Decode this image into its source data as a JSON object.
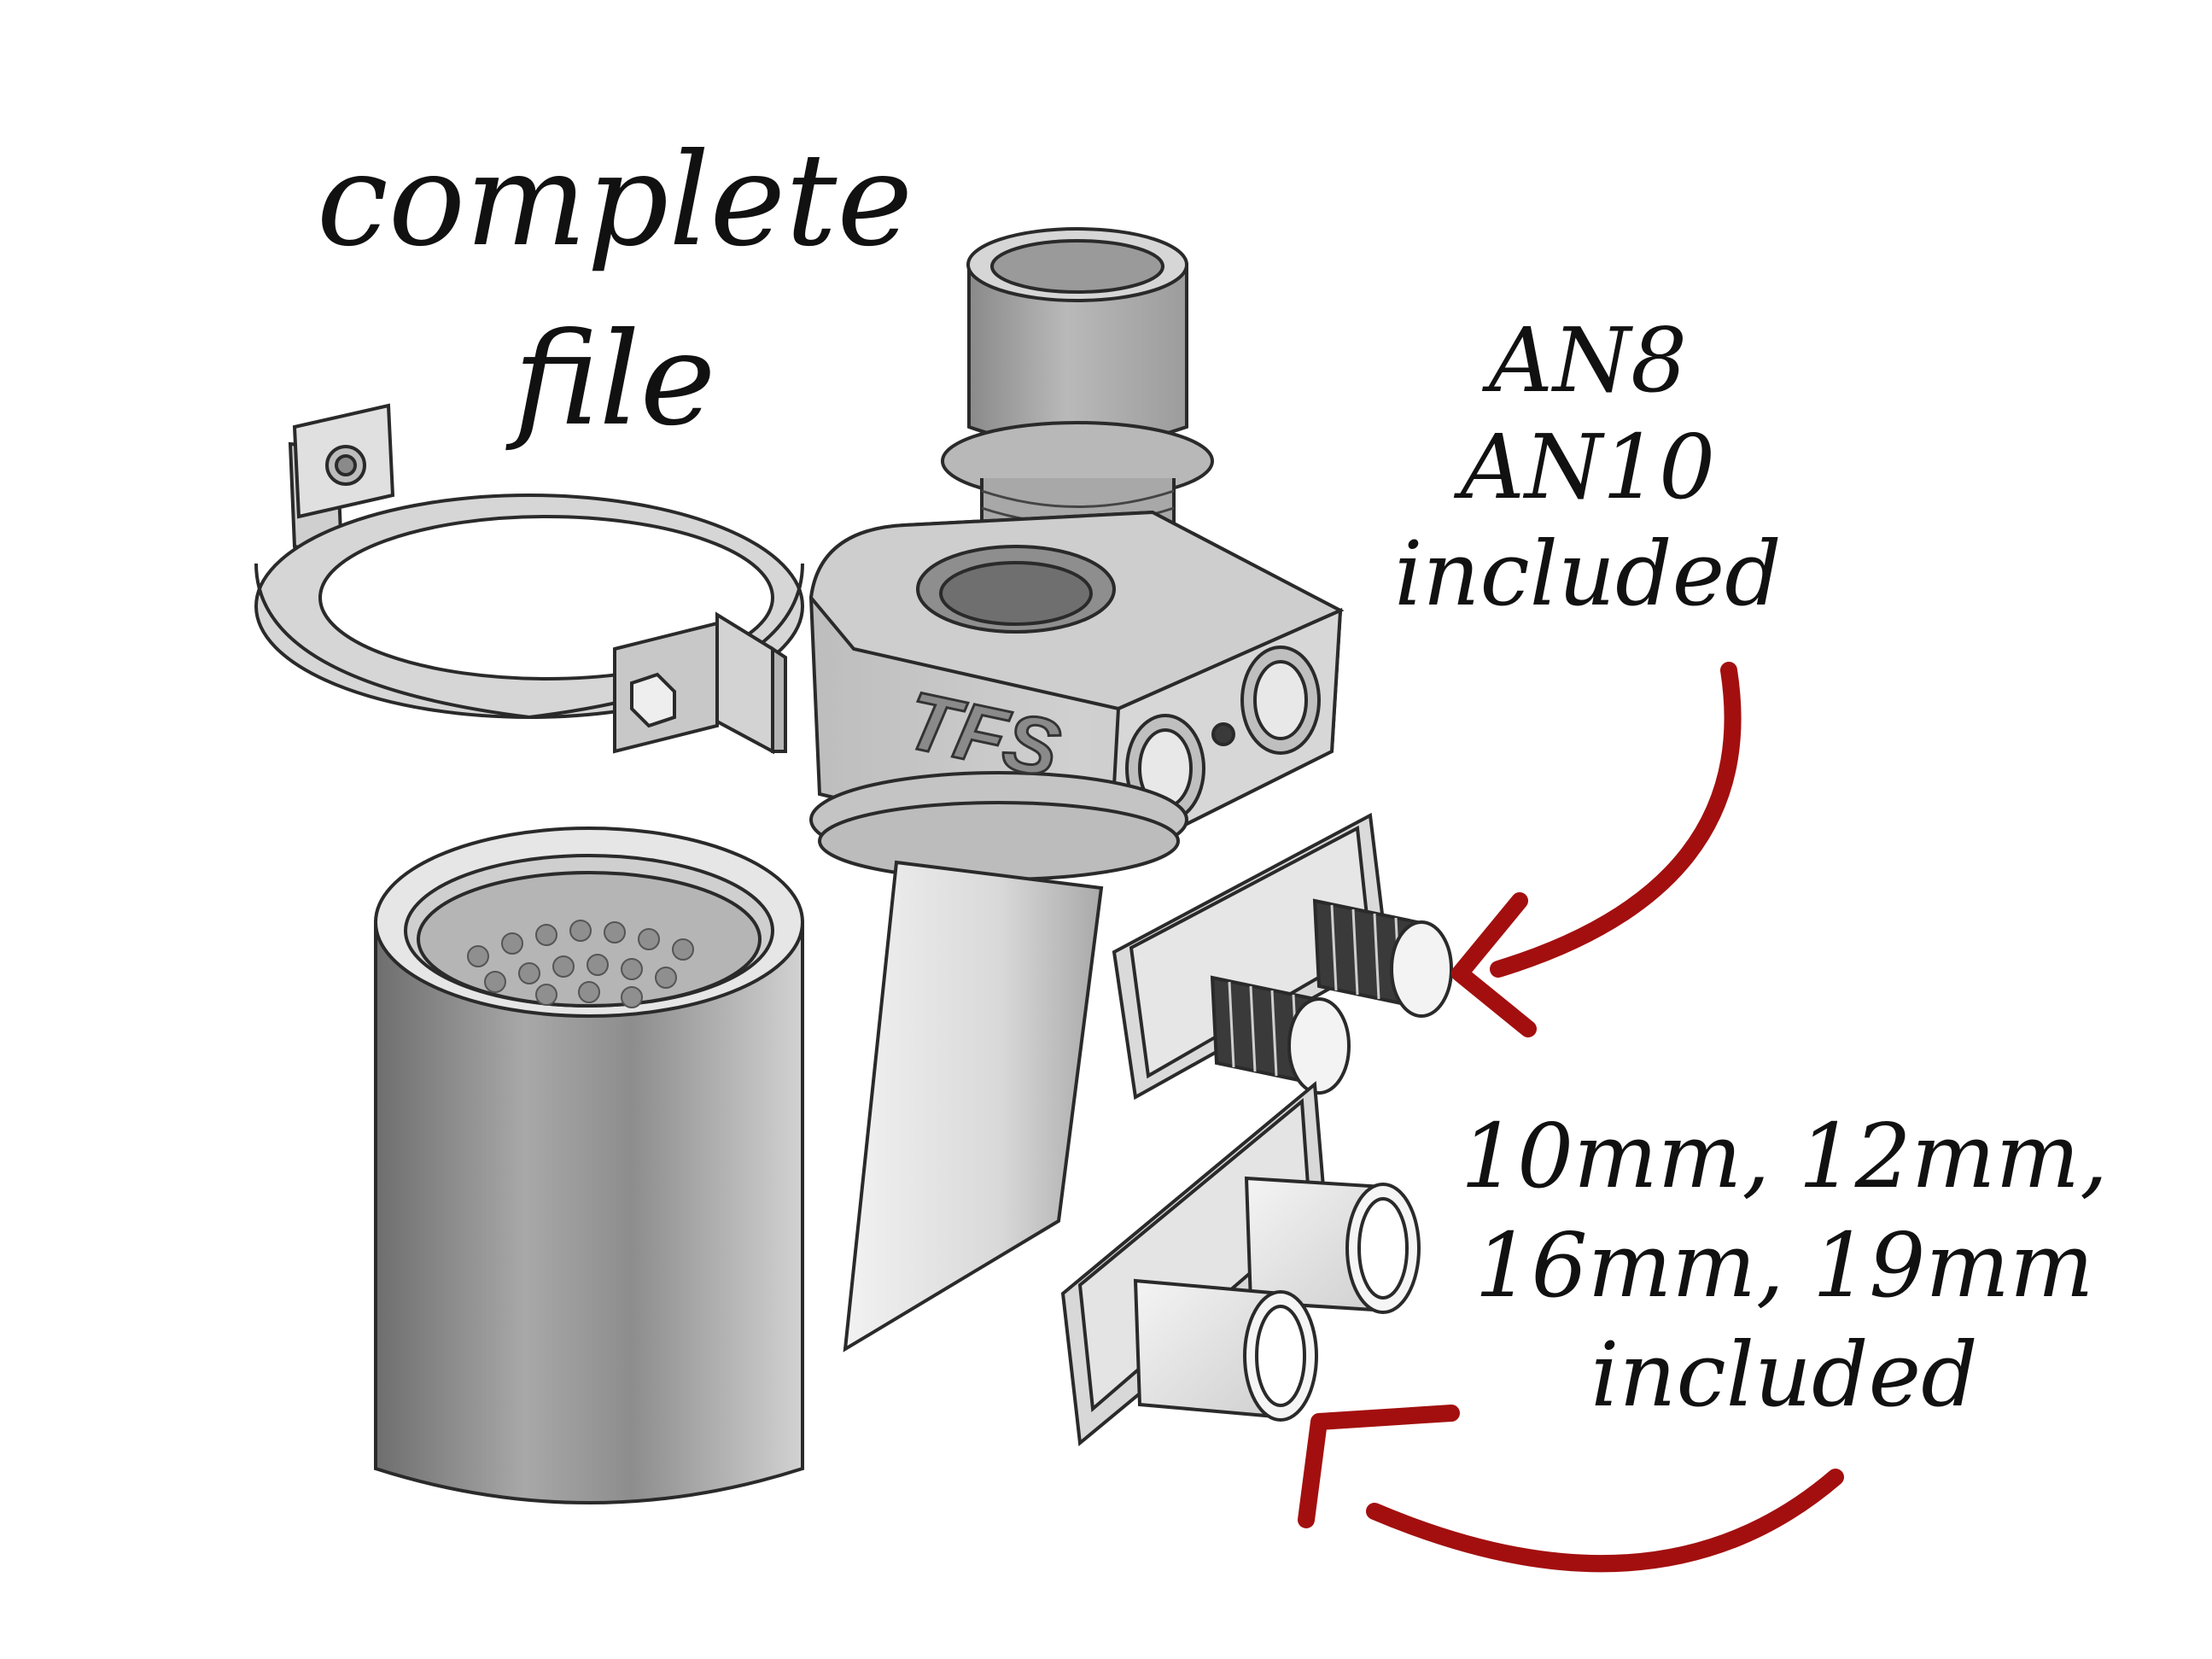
{
  "title": {
    "line1": "complete",
    "line2": "file"
  },
  "an_fittings": {
    "line1": "AN8",
    "line2": "AN10",
    "line3": "included"
  },
  "barb_fittings": {
    "line1": "10mm, 12mm,",
    "line2": "16mm, 19mm",
    "line3": "included"
  },
  "logo_text": "TFS",
  "colors": {
    "arrow": "#a30f0f",
    "part_light": "#e6e6e6",
    "part_mid": "#c4c4c4",
    "part_dark": "#7a7a7a",
    "outline": "#2a2a2a"
  }
}
